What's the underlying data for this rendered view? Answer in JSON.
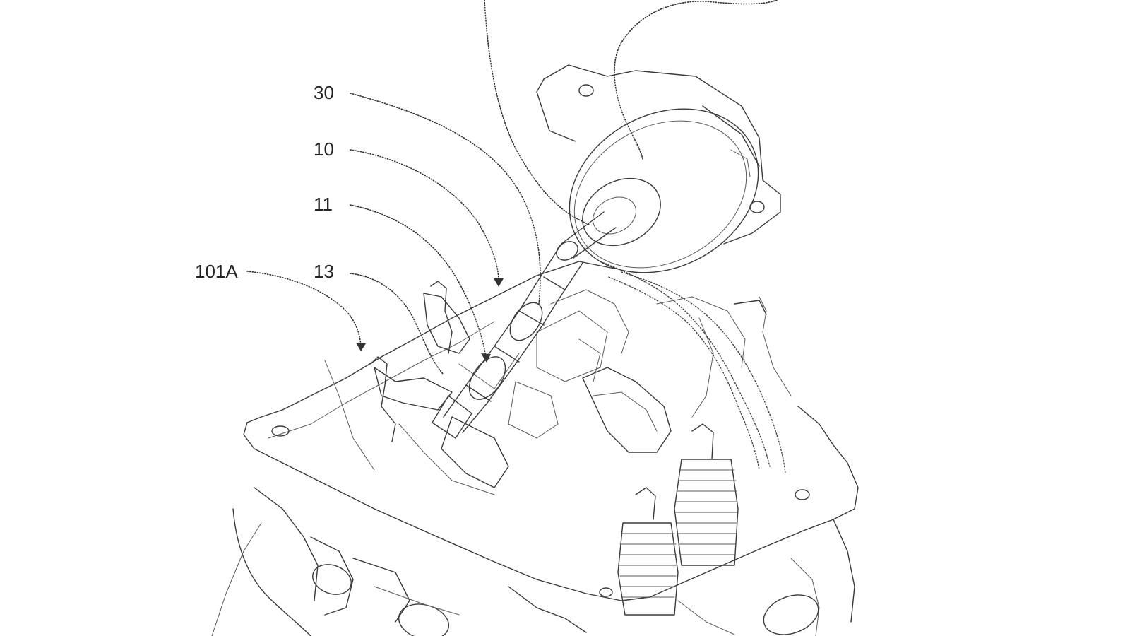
{
  "figure": {
    "reference_labels": [
      {
        "id": "30",
        "text": "30"
      },
      {
        "id": "10",
        "text": "10"
      },
      {
        "id": "11",
        "text": "11"
      },
      {
        "id": "101A",
        "text": "101A"
      },
      {
        "id": "13",
        "text": "13"
      }
    ]
  }
}
